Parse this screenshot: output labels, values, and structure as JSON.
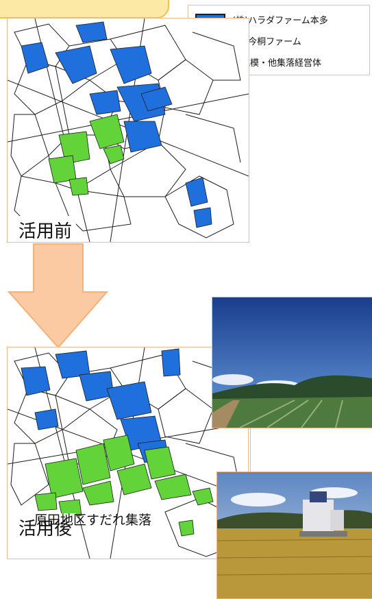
{
  "legend": {
    "items": [
      {
        "label": "(株)ハラダファーム本多",
        "color": "#1f6fdc"
      },
      {
        "label": "(株)今桐ファーム",
        "color": "#62d43a"
      },
      {
        "label": "小規模・他集落経営体",
        "color": "#ffffff"
      }
    ]
  },
  "maps": {
    "before": {
      "title": "活用前"
    },
    "after": {
      "title": "活用後"
    }
  },
  "arrow": {
    "color": "#fbcaa2",
    "stroke": "#f3b27a"
  },
  "photos": [
    {
      "subject": "green-onion-field-under-blue-sky"
    },
    {
      "subject": "rice-harvest-with-combine"
    }
  ],
  "caption": "原田地区すだれ集落"
}
